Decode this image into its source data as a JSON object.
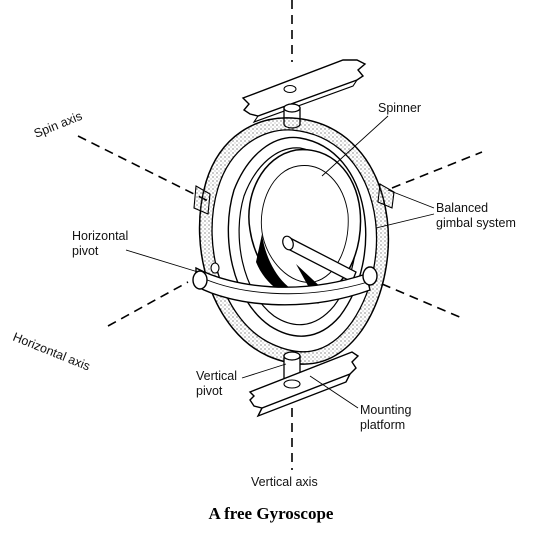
{
  "labels": {
    "spinner": "Spinner",
    "spin_axis": "Spin axis",
    "balanced_gimbal_line1": "Balanced",
    "balanced_gimbal_line2": "gimbal system",
    "horizontal_pivot_line1": "Horizontal",
    "horizontal_pivot_line2": "pivot",
    "horizontal_axis": "Horizontal axis",
    "vertical_pivot_line1": "Vertical",
    "vertical_pivot_line2": "pivot",
    "mounting_platform_line1": "Mounting",
    "mounting_platform_line2": "platform",
    "vertical_axis": "Vertical axis"
  },
  "caption": "A free Gyroscope"
}
